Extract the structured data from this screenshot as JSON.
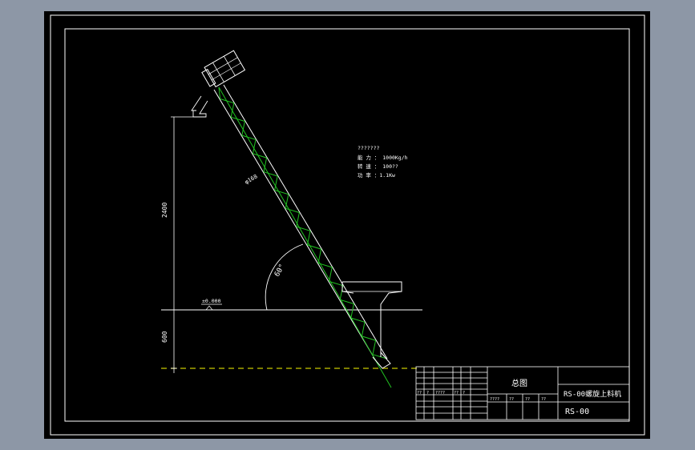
{
  "drawing": {
    "dimensions": {
      "height_upper": "2400",
      "height_lower": "600",
      "diameter": "φ168",
      "angle": "60°",
      "elevation": "±0.000"
    },
    "specs": {
      "header": "???????",
      "capacity": "能 力 ：  1000Kg/h",
      "speed": "转 速 ：  100??",
      "power": "功 率 ：1.1Kw"
    }
  },
  "title_block": {
    "drawing_name": "总图",
    "product_name": "RS-00螺旋上料机",
    "drawing_code": "RS-00",
    "cells": {
      "c1": "??",
      "c2": "?",
      "c3": "????",
      "c4": "??",
      "c5": "?",
      "c6": "????",
      "c7": "??",
      "c8": "??",
      "c9": "??"
    }
  },
  "colors": {
    "background": "#8d97a6",
    "sheet": "#000000",
    "lines": "#ffffff",
    "screw": "#22c322",
    "center_line": "#c8c800"
  }
}
